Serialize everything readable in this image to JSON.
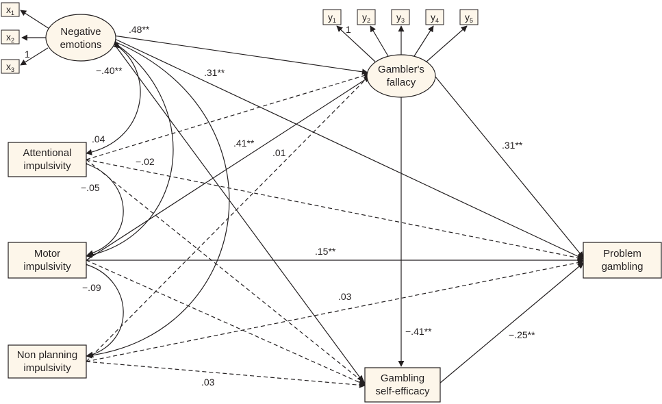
{
  "colors": {
    "node_fill": "#fdf6ea",
    "stroke": "#231f20",
    "background": "#ffffff"
  },
  "nodes": {
    "negative_emotions": [
      "Negative",
      "emotions"
    ],
    "gamblers_fallacy": [
      "Gambler's",
      "fallacy"
    ],
    "attentional_impulsivity": [
      "Attentional",
      "impulsivity"
    ],
    "motor_impulsivity": [
      "Motor",
      "impulsivity"
    ],
    "non_planning_impulsivity": [
      "Non planning",
      "impulsivity"
    ],
    "problem_gambling": [
      "Problem",
      "gambling"
    ],
    "gambling_self_efficacy": [
      "Gambling",
      "self-efficacy"
    ]
  },
  "indicators": {
    "x": [
      {
        "base": "x",
        "sub": "1"
      },
      {
        "base": "x",
        "sub": "2"
      },
      {
        "base": "x",
        "sub": "3"
      }
    ],
    "y": [
      {
        "base": "y",
        "sub": "1"
      },
      {
        "base": "y",
        "sub": "2"
      },
      {
        "base": "y",
        "sub": "3"
      },
      {
        "base": "y",
        "sub": "4"
      },
      {
        "base": "y",
        "sub": "5"
      }
    ],
    "x3_loading": "1",
    "y1_loading": "1"
  },
  "path_labels": {
    "ne_to_gf": ".48**",
    "ne_to_pg": ".31**",
    "ne_to_ai": "−.40**",
    "ai_to_gf": ".04",
    "ai_to_pg": "−.02",
    "ai_mi_cov": "−.05",
    "mi_to_gf": ".41**",
    "np_to_gf": ".01",
    "gf_to_pg": ".31**",
    "mi_to_pg": ".15**",
    "mi_np_cov": "−.09",
    "np_to_pg": ".03",
    "gf_to_gse": "−.41**",
    "gse_to_pg": "−.25**",
    "np_to_gse": ".03"
  }
}
